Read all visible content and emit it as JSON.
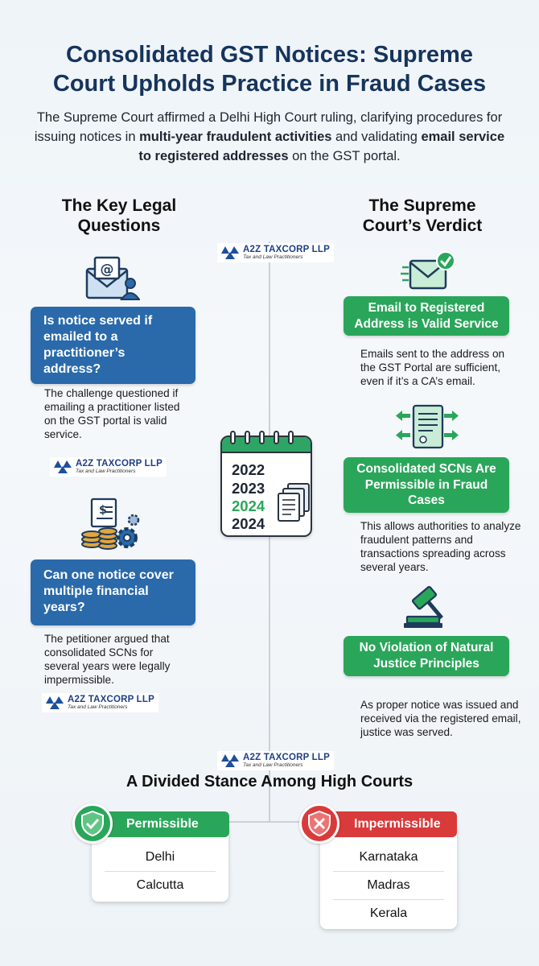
{
  "header": {
    "title_line1": "Consolidated GST Notices: Supreme",
    "title_line2": "Court Upholds Practice in Fraud Cases",
    "intro_part1": "The Supreme Court affirmed a Delhi High Court ruling, clarifying procedures for issuing notices in ",
    "intro_bold1": "multi-year fraudulent activities",
    "intro_part2": " and validating ",
    "intro_bold2": "email service to registered addresses",
    "intro_part3": " on the GST portal."
  },
  "left": {
    "heading_line1": "The Key Legal",
    "heading_line2": "Questions",
    "questions": [
      {
        "label": "Is notice served if emailed to a practitioner’s address?",
        "text": "The challenge questioned if emailing a practitioner listed on the GST portal is valid service.",
        "icon": "email-user-icon"
      },
      {
        "label": "Can one notice cover multiple financial years?",
        "text": "The petitioner argued that consolidated SCNs for several years were legally impermissible.",
        "icon": "coins-gear-icon"
      }
    ]
  },
  "right": {
    "heading_line1": "The Supreme",
    "heading_line2": "Court’s Verdict",
    "verdicts": [
      {
        "label": "Email to Registered Address is Valid Service",
        "text": "Emails sent to the address on the GST Portal are sufficient, even if it’s a CA’s email.",
        "icon": "email-check-icon"
      },
      {
        "label": "Consolidated SCNs Are Permissible in Fraud Cases",
        "text": "This allows authorities to analyze fraudulent patterns and transactions spreading across several years.",
        "icon": "document-arrows-icon"
      },
      {
        "label": "No Violation of Natural Justice Principles",
        "text": "As proper notice was issued and received via the registered email, justice was served.",
        "icon": "gavel-icon"
      }
    ]
  },
  "calendar": {
    "years": [
      "2022",
      "2023",
      "2024",
      "2024"
    ],
    "icon": "calendar-icon"
  },
  "logo": {
    "name": "A2Z TAXCORP LLP",
    "tagline": "Tax and Law Practitioners"
  },
  "stance": {
    "title": "A Divided Stance Among High Courts",
    "permissible": {
      "label": "Permissible",
      "courts": [
        "Delhi",
        "Calcutta"
      ],
      "color": "#2aa65a",
      "icon": "shield-check-icon"
    },
    "impermissible": {
      "label": "Impermissible",
      "courts": [
        "Karnataka",
        "Madras",
        "Kerala"
      ],
      "color": "#d93a3a",
      "icon": "shield-x-icon"
    }
  }
}
